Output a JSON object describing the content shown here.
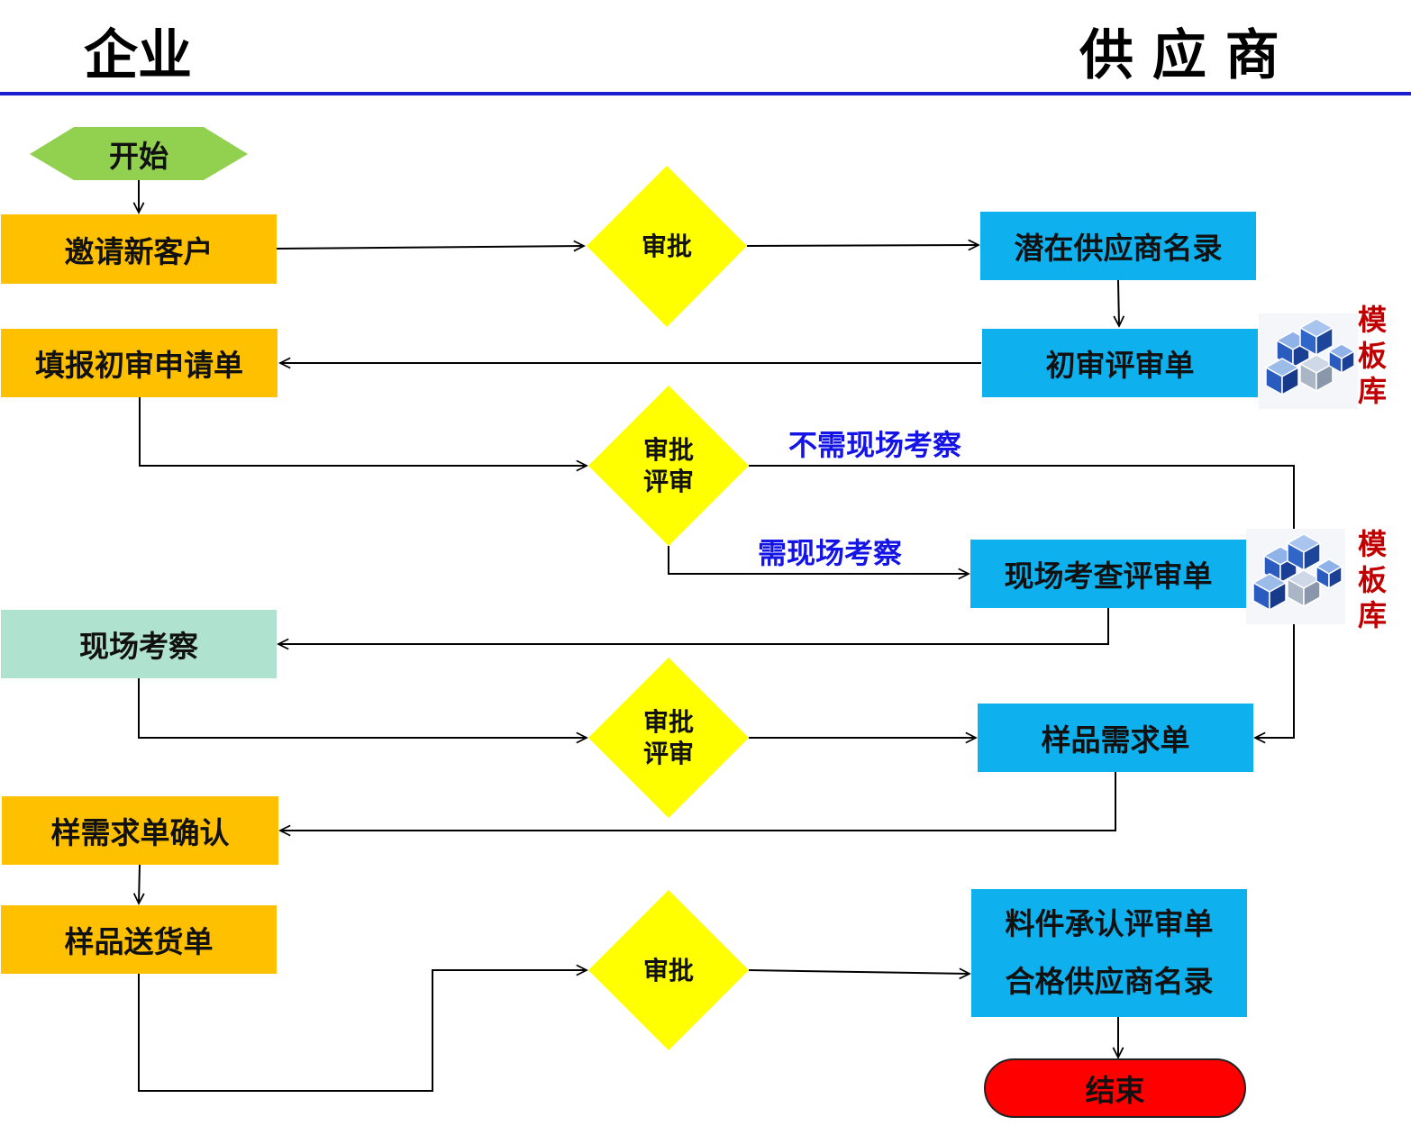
{
  "header": {
    "left_title": "企业",
    "right_title": "供 应 商"
  },
  "nodes": {
    "start": "开始",
    "invite": "邀请新客户",
    "approve1": "审批",
    "potential_list": "潜在供应商名录",
    "initial_review_form": "初审评审单",
    "fill_application": "填报初审申请单",
    "approve2_line1": "审批",
    "approve2_line2": "评审",
    "onsite_review_form": "现场考查评审单",
    "onsite_inspection": "现场考察",
    "approve3_line1": "审批",
    "approve3_line2": "评审",
    "sample_request": "样品需求单",
    "sample_confirm": "样需求单确认",
    "sample_delivery": "样品送货单",
    "approve4": "审批",
    "final_line1": "料件承认评审单",
    "final_line2": "合格供应商名录",
    "end": "结束"
  },
  "edge_labels": {
    "no_onsite": "不需现场考察",
    "need_onsite": "需现场考察"
  },
  "template_library": {
    "label_1": "模",
    "label_2": "板",
    "label_3": "库"
  },
  "colors": {
    "orange": "#ffc000",
    "blue": "#0fb0ee",
    "mint": "#b0e3cf",
    "yellow": "#ffff00",
    "green": "#92d050",
    "red": "#ff0000",
    "header_line": "#1c1fd1",
    "edge_label": "#1414e6",
    "template_label": "#c00000"
  }
}
